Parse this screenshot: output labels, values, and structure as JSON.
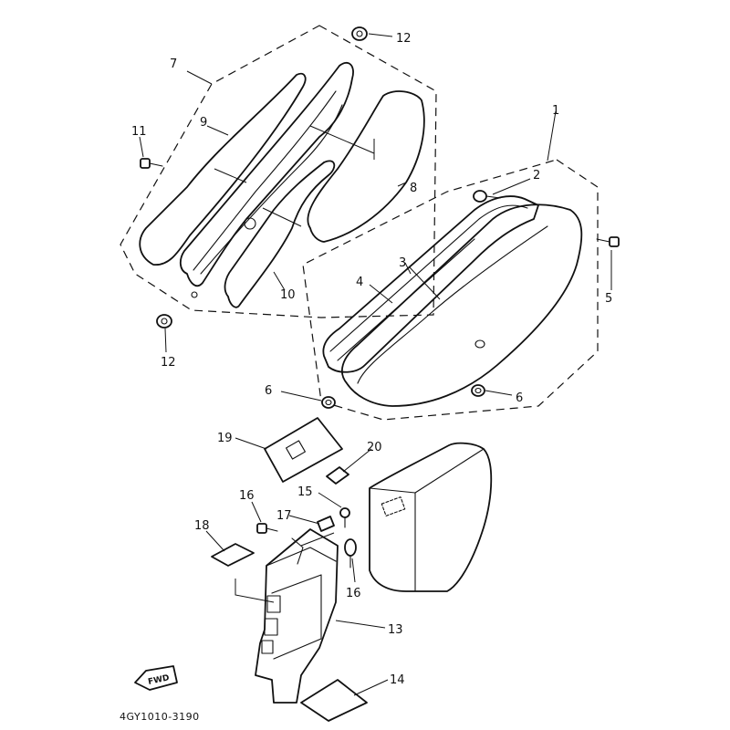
{
  "diagram": {
    "drawing_code": "4GY1010-3190",
    "direction_marker": "FWD",
    "callouts": [
      {
        "id": "c1",
        "text": "1"
      },
      {
        "id": "c2",
        "text": "2"
      },
      {
        "id": "c3",
        "text": "3"
      },
      {
        "id": "c4",
        "text": "4"
      },
      {
        "id": "c5",
        "text": "5"
      },
      {
        "id": "c6a",
        "text": "6"
      },
      {
        "id": "c6b",
        "text": "6"
      },
      {
        "id": "c7",
        "text": "7"
      },
      {
        "id": "c8",
        "text": "8"
      },
      {
        "id": "c9",
        "text": "9"
      },
      {
        "id": "c10",
        "text": "10"
      },
      {
        "id": "c11",
        "text": "11"
      },
      {
        "id": "c12a",
        "text": "12"
      },
      {
        "id": "c12b",
        "text": "12"
      },
      {
        "id": "c13",
        "text": "13"
      },
      {
        "id": "c14",
        "text": "14"
      },
      {
        "id": "c15",
        "text": "15"
      },
      {
        "id": "c16a",
        "text": "16"
      },
      {
        "id": "c16b",
        "text": "16"
      },
      {
        "id": "c17",
        "text": "17"
      },
      {
        "id": "c18",
        "text": "18"
      },
      {
        "id": "c19",
        "text": "19"
      },
      {
        "id": "c20",
        "text": "20"
      }
    ]
  }
}
